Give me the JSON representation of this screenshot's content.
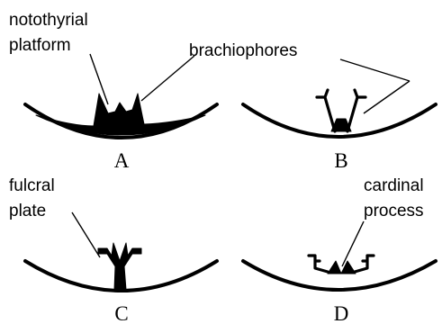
{
  "labels": {
    "notothyrial_platform_line1": "notothyrial",
    "notothyrial_platform_line2": "platform",
    "brachiophores": "brachiophores",
    "fulcral_plate_line1": "fulcral",
    "fulcral_plate_line2": "plate",
    "cardinal_process_line1": "cardinal",
    "cardinal_process_line2": "process"
  },
  "panels": {
    "a": "A",
    "b": "B",
    "c": "C",
    "d": "D"
  },
  "colors": {
    "ink": "#000000",
    "background": "#ffffff"
  }
}
